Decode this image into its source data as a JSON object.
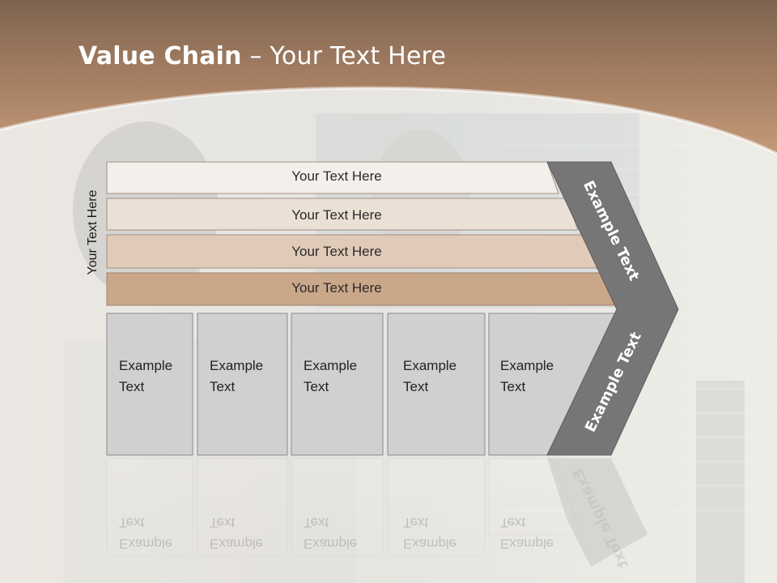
{
  "title": {
    "bold": "Value Chain",
    "rest": " – Your Text Here"
  },
  "side_label": "Your Text Here",
  "rows": [
    {
      "label": "Your Text Here",
      "fill": "#f3efea"
    },
    {
      "label": "Your Text Here",
      "fill": "#ebe0d5"
    },
    {
      "label": "Your Text Here",
      "fill": "#e0cbb8"
    },
    {
      "label": "Your Text Here",
      "fill": "#cba78a"
    }
  ],
  "boxes": [
    {
      "line1": "Example",
      "line2": "Text"
    },
    {
      "line1": "Example",
      "line2": "Text"
    },
    {
      "line1": "Example",
      "line2": "Text"
    },
    {
      "line1": "Example",
      "line2": "Text"
    },
    {
      "line1": "Example",
      "line2": "Text"
    }
  ],
  "chevron": {
    "top_label": "Example Text",
    "bottom_label": "Example Text",
    "color": "#767676"
  },
  "colors": {
    "banner": "#b08868",
    "box_fill": "#d0d0d0",
    "box_border": "#8a8a8a"
  }
}
